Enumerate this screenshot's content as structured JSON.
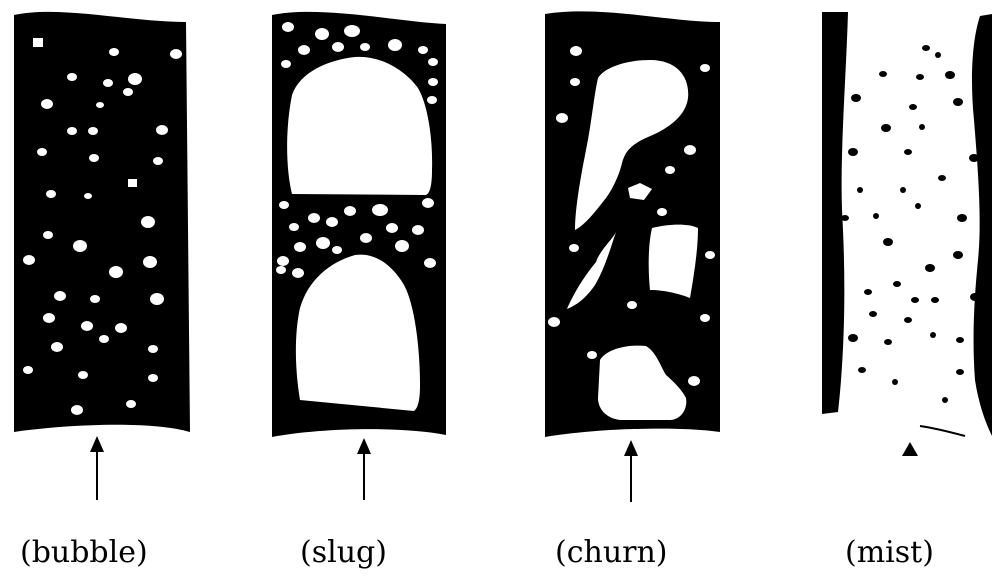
{
  "figure": {
    "ink_color": "#000000",
    "paper_color": "#ffffff",
    "panels": [
      {
        "id": "bubble",
        "caption": "(bubble)"
      },
      {
        "id": "slug",
        "caption": "(slug)"
      },
      {
        "id": "churn",
        "caption": "(churn)"
      },
      {
        "id": "mist",
        "caption": "(mist)"
      }
    ]
  }
}
